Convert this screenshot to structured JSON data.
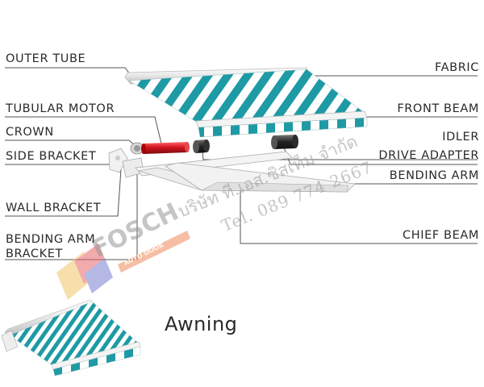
{
  "labels": {
    "outer_tube": "OUTER TUBE",
    "tubular_motor": "TUBULAR MOTOR",
    "crown": "CROWN",
    "side_bracket": "SIDE BRACKET",
    "wall_bracket": "WALL BRACKET",
    "bending_arm_bracket_1": "BENDING ARM",
    "bending_arm_bracket_2": "BRACKET",
    "fabric": "FABRIC",
    "front_beam": "FRONT BEAM",
    "idler": "IDLER",
    "drive_adapter": "DRIVE ADAPTER",
    "bending_arm": "BENDING ARM",
    "chief_beam": "CHIEF BEAM"
  },
  "caption": "Awning",
  "watermark": {
    "company": "บริษัท ที.เอส.ซิสเท็ม จำกัด",
    "phone": "Tel. 089 774 2667",
    "logo_main": "FOSCH",
    "logo_sub": "AUTO DOOR"
  },
  "colors": {
    "stripe_teal": "#1e9aa5",
    "stripe_white": "#ffffff",
    "motor_red": "#c8141e",
    "text": "#2a2a2a",
    "leader_line": "#555555",
    "frame_light": "#eeeeee"
  }
}
